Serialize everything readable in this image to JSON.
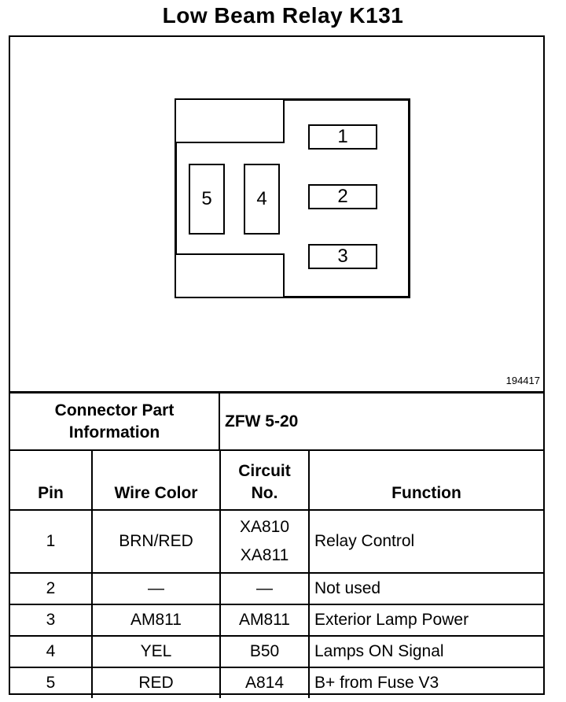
{
  "title": "Low Beam Relay K131",
  "figure_id": "194417",
  "connector_pins": [
    {
      "label": "1"
    },
    {
      "label": "2"
    },
    {
      "label": "3"
    },
    {
      "label": "4"
    },
    {
      "label": "5"
    }
  ],
  "info": {
    "label_line1": "Connector Part",
    "label_line2": "Information",
    "value": "ZFW 5-20"
  },
  "table": {
    "headers": {
      "pin": "Pin",
      "wire_color": "Wire Color",
      "circuit_line1": "Circuit",
      "circuit_line2": "No.",
      "function": "Function"
    },
    "rows": [
      {
        "pin": "1",
        "wire_color": "BRN/RED",
        "circuit_a": "XA810",
        "circuit_b": "XA811",
        "function": "Relay Control"
      },
      {
        "pin": "2",
        "wire_color": "—",
        "circuit": "—",
        "function": "Not used"
      },
      {
        "pin": "3",
        "wire_color": "AM811",
        "circuit": "AM811",
        "function": "Exterior Lamp Power"
      },
      {
        "pin": "4",
        "wire_color": "YEL",
        "circuit": "B50",
        "function": "Lamps ON Signal"
      },
      {
        "pin": "5",
        "wire_color": "RED",
        "circuit": "A814",
        "function": "B+ from Fuse V3"
      }
    ]
  }
}
